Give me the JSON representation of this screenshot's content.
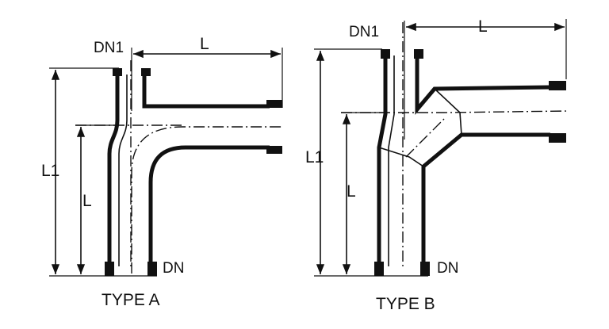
{
  "figures": [
    {
      "caption": "TYPE A",
      "labels": {
        "dn1": "DN1",
        "dn": "DN",
        "l": "L",
        "l1": "L1",
        "l_vertical": "L"
      }
    },
    {
      "caption": "TYPE B",
      "labels": {
        "dn1": "DN1",
        "dn": "DN",
        "l": "L",
        "l1": "L1",
        "l_vertical": "L"
      }
    }
  ]
}
